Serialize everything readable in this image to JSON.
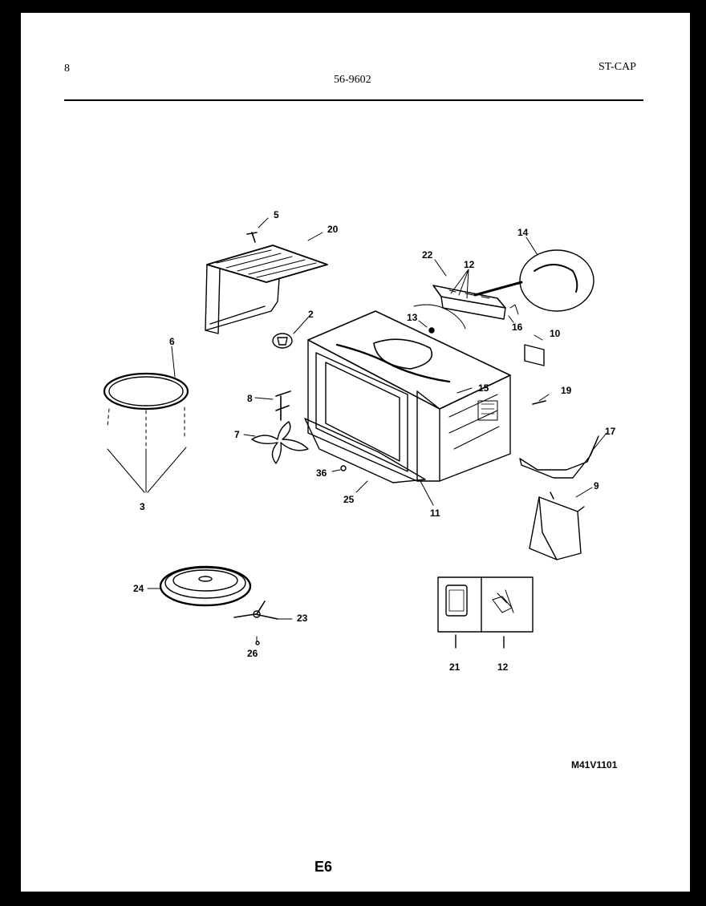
{
  "header": {
    "page_number": "8",
    "model_number": "56-9602",
    "code": "ST-CAP"
  },
  "diagram": {
    "part_labels": [
      "5",
      "20",
      "2",
      "22",
      "12",
      "14",
      "13",
      "16",
      "10",
      "15",
      "19",
      "6",
      "8",
      "7",
      "36",
      "25",
      "11",
      "17",
      "9",
      "3",
      "24",
      "23",
      "26",
      "21",
      "12"
    ],
    "drawing_code": "M41V1101",
    "page_code": "E6"
  }
}
